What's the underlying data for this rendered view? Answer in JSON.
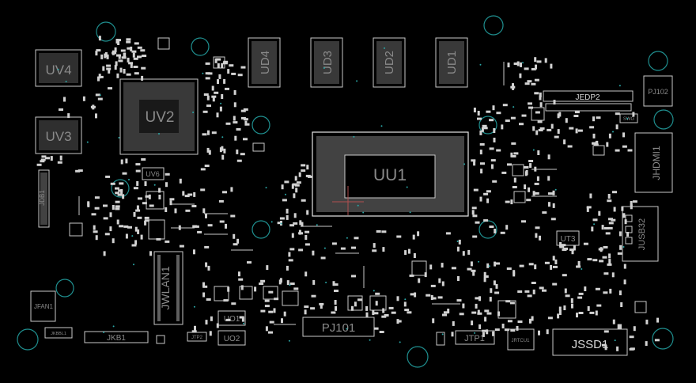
{
  "board": {
    "background": "#000000",
    "outline_color": "#c9c9c9",
    "hole_color": "#1f8f8f",
    "labels": {
      "uv4": "UV4",
      "uv3": "UV3",
      "uv2": "UV2",
      "uv6": "UV6",
      "ud4": "UD4",
      "ud3": "UD3",
      "ud2": "UD2",
      "ud1": "UD1",
      "uu1": "UU1",
      "jedp2": "JEDP2",
      "pj102": "PJ102",
      "jhdmi1": "JHDMI1",
      "jusb32": "JUSB32",
      "ut3": "UT3",
      "jssd1": "JSSD1",
      "jtp1": "JTP1",
      "pj101": "PJ101",
      "uo1": "UO1",
      "uo2": "UO2",
      "jwlan1": "JWLAN1",
      "jkb1": "JKB1",
      "jfan1": "JFAN1",
      "jkbbl1": "JKBBL1",
      "jdb1": "JDB1",
      "swg": "SWG",
      "jrtcu1": "JRTCU1",
      "jtp2": "JTP2"
    }
  }
}
